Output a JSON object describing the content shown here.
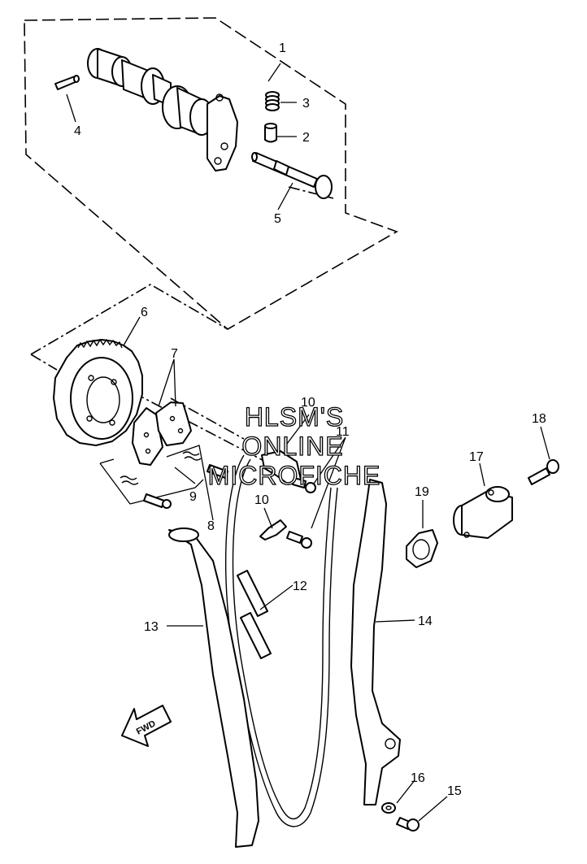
{
  "diagram": {
    "watermark": [
      "HLSM'S",
      "ONLINE",
      "MICROFICHE"
    ],
    "fwd_label": "FWD",
    "callouts": {
      "c1": "1",
      "c2": "2",
      "c3": "3",
      "c4": "4",
      "c5": "5",
      "c6": "6",
      "c7": "7",
      "c8": "8",
      "c9": "9",
      "c10a": "10",
      "c10b": "10",
      "c11": "11",
      "c12": "12",
      "c13": "13",
      "c14": "14",
      "c15": "15",
      "c16": "16",
      "c17": "17",
      "c18": "18",
      "c19": "19"
    }
  }
}
